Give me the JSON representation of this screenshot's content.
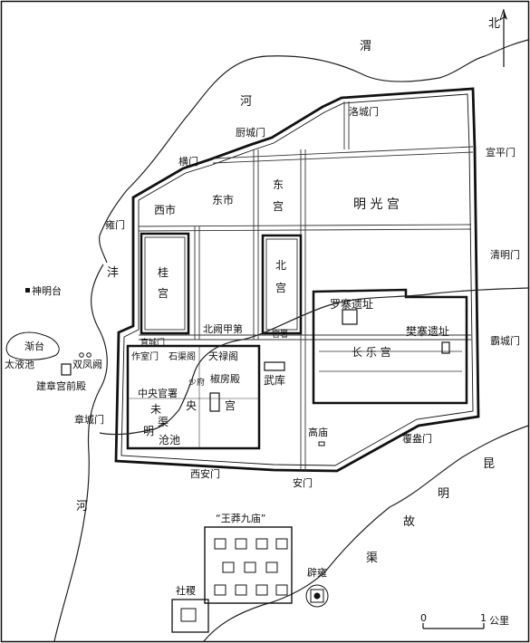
{
  "north_label": "北",
  "scale": {
    "zero": "0",
    "one": "1",
    "unit": "公里"
  },
  "rivers": {
    "wei_1": "渭",
    "wei_2": "河",
    "feng_1": "沣",
    "feng_2": "河",
    "kunming_1": "昆",
    "kunming_2": "明",
    "kunming_3": "故",
    "kunming_4": "渠"
  },
  "gates": {
    "luocheng": "洛城门",
    "chucheng": "厨城门",
    "heng": "横门",
    "xuanping": "宣平门",
    "yong": "雍门",
    "qingming": "清明门",
    "ba": "霸城门",
    "fuang": "覆盎门",
    "an": "安门",
    "xian": "西安门",
    "zhangcheng": "章城门",
    "zhicheng": "直城门"
  },
  "districts": {
    "xishi": "西市",
    "dongshi": "东市",
    "donggong_1": "东",
    "donggong_2": "宫",
    "mingguang": "明  光  宫",
    "guigong_1": "桂",
    "guigong_2": "宫",
    "beigong_1": "北",
    "beigong_2": "宫",
    "beiquejiadi": "北阙甲第",
    "guanshu": "官署",
    "luozhai": "罗寨遗址",
    "fanzhai": "樊寨遗址",
    "changle": "长  乐  宫",
    "wuku": "武库",
    "gaomiao": "高庙"
  },
  "weiyang": {
    "zuoshimen": "作室门",
    "shiquge": "石渠阁",
    "tianluge": "天禄阁",
    "shaofu": "少府",
    "jiaofangdian": "椒房殿",
    "zhongyangguanshu": "中央官署",
    "wei": "未",
    "yang": "央",
    "gong": "宫",
    "ming": "明",
    "qu": "渠",
    "cangchi": "沧池"
  },
  "outer": {
    "shenmingtai": "神明台",
    "jiantai": "渐台",
    "taiyechi": "太液池",
    "shuangfengque": "双凤阙",
    "jianzhang": "建章宫前殿",
    "wangmang": "“王莽九庙”",
    "sheji": "社稷",
    "biyong": "辟雍"
  }
}
